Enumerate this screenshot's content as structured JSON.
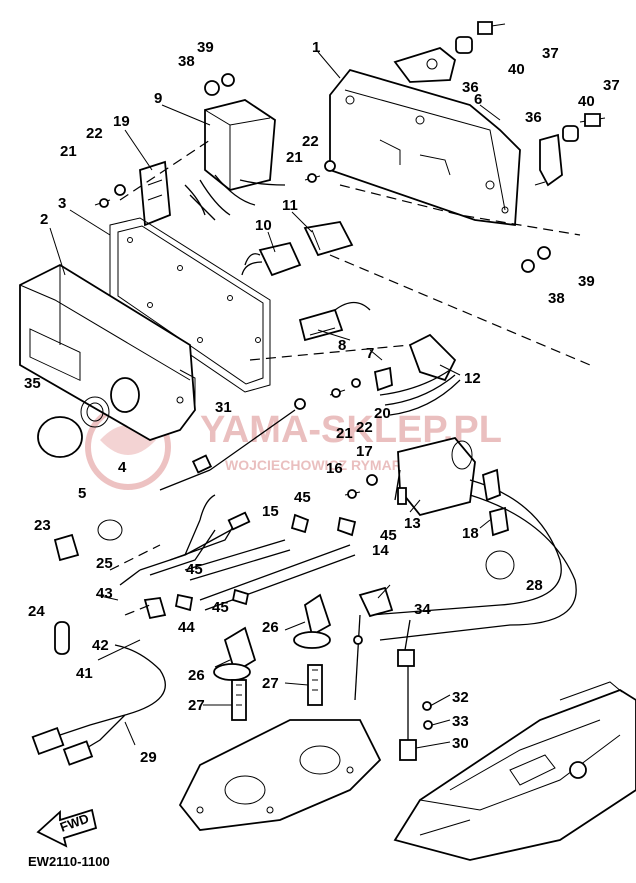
{
  "watermark": {
    "brand": "YAMA-SKLEP.PL",
    "subtitle": "WOJCIECHOWICZ RYMARZ YAMAHA"
  },
  "diagram_code": "EW2110-1100",
  "direction_arrow": "FWD",
  "callouts": [
    "1",
    "2",
    "3",
    "4",
    "5",
    "6",
    "7",
    "8",
    "9",
    "10",
    "11",
    "12",
    "13",
    "14",
    "15",
    "16",
    "17",
    "18",
    "19",
    "20",
    "21",
    "22",
    "23",
    "24",
    "25",
    "26",
    "27",
    "28",
    "29",
    "30",
    "31",
    "32",
    "33",
    "34",
    "35",
    "36",
    "37",
    "38",
    "39",
    "40",
    "41",
    "42",
    "43",
    "44",
    "45"
  ]
}
